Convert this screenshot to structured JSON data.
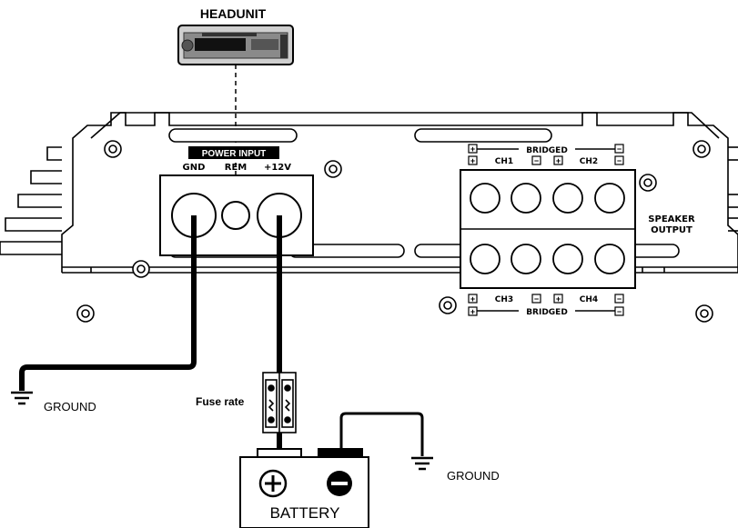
{
  "headunit": {
    "label": "HEADUNIT"
  },
  "power_input": {
    "title": "POWER INPUT",
    "terminals": [
      "GND",
      "REM",
      "+12V"
    ]
  },
  "speaker_output": {
    "label_line1": "SPEAKER",
    "label_line2": "OUTPUT",
    "bridged_label": "BRIDGED",
    "top_channels": [
      "CH1",
      "CH2"
    ],
    "bottom_channels": [
      "CH3",
      "CH4"
    ],
    "plus_symbol": "+",
    "minus_symbol": "−"
  },
  "fuse": {
    "label": "Fuse rate"
  },
  "battery": {
    "label": "BATTERY"
  },
  "grounds": {
    "left_label": "GROUND",
    "right_label": "GROUND"
  }
}
